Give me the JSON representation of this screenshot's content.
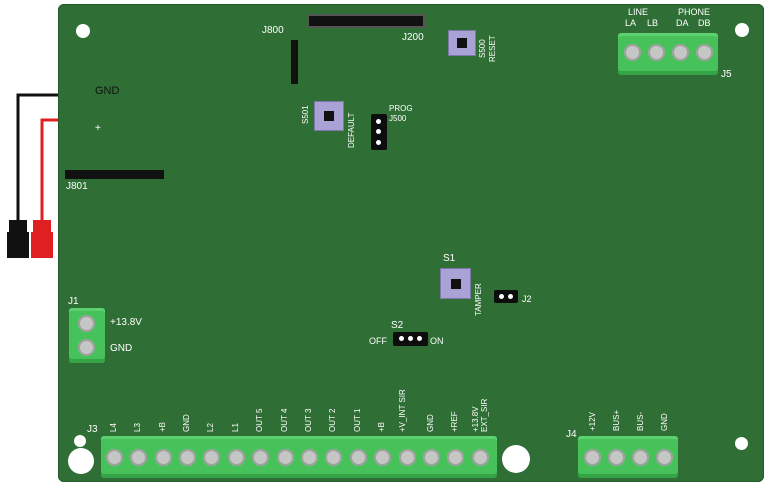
{
  "board": {
    "jumpers": {
      "j800": "J800",
      "j200": "J200",
      "j801": "J801",
      "j500": "J500",
      "prog": "PROG",
      "j2": "J2"
    },
    "buttons": {
      "s500": "S500",
      "s500_label": "RESET",
      "s501": "S501",
      "s501_label": "DEFAULT",
      "s1": "S1",
      "s1_label": "TAMPER"
    },
    "switch": {
      "name": "S2",
      "off": "OFF",
      "on": "ON"
    },
    "power_leads": {
      "gnd": "GND",
      "plus": "+"
    },
    "j5": {
      "name": "J5",
      "group_line": "LINE",
      "group_phone": "PHONE",
      "pins": [
        "LA",
        "LB",
        "DA",
        "DB"
      ]
    },
    "j1": {
      "name": "J1",
      "pins": [
        "+13.8V",
        "GND"
      ]
    },
    "j3": {
      "name": "J3",
      "pins": [
        "L4",
        "L3",
        "+B",
        "GND",
        "L2",
        "L1",
        "OUT 5",
        "OUT 4",
        "OUT 3",
        "OUT 2",
        "OUT 1",
        "+B",
        "+V_INT SIR",
        "GND",
        "+REF",
        "+13.8V EXT_SIR"
      ]
    },
    "j4": {
      "name": "J4",
      "pins": [
        "+12V",
        "BUS+",
        "BUS-",
        "GND"
      ]
    },
    "colors": {
      "pcb": "#2f6e34",
      "terminal": "#47c15a",
      "button": "#a9a2d6",
      "wire_red": "#e02020",
      "wire_black": "#111111"
    }
  }
}
